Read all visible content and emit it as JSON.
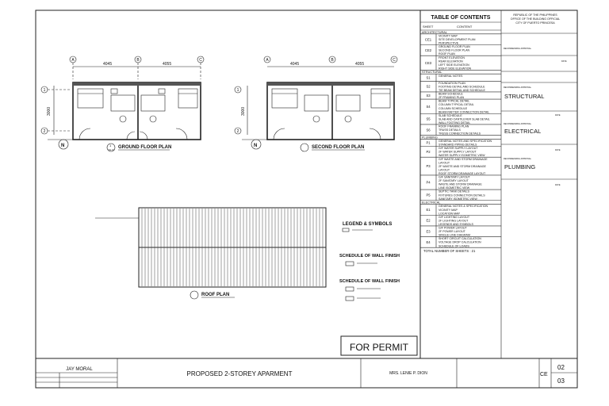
{
  "plans": {
    "ground_title": "GROUND FLOOR PLAN",
    "second_title": "SECOND FLOOR PLAN",
    "roof_title": "ROOF PLAN",
    "grid_cols": [
      "A",
      "B",
      "C"
    ],
    "grid_rows": [
      "1",
      "2"
    ],
    "north": "N",
    "dim_left": "4045",
    "dim_right": "4055",
    "dim_vertical": "3000",
    "detail_ref_1": "1",
    "detail_ref_sheet_1": "CE-02"
  },
  "legend": {
    "title": "LEGEND & SYMBOLS",
    "wall_finish_title_1": "SCHEDULE OF WALL FINISH",
    "wall_finish_title_2": "SCHEDULE OF WALL FINISH"
  },
  "toc": {
    "title": "TABLE OF CONTENTS",
    "col_sheet": "SHEET",
    "col_content": "CONTENT",
    "sections": [
      {
        "name": "ARCHITECTURAL",
        "rows": [
          {
            "sheet": "CE1",
            "lines": [
              "VICINITY MAP",
              "SITE DEVELOPMENT PLAN",
              "PERSPECTIVE"
            ]
          },
          {
            "sheet": "CE2",
            "lines": [
              "GROUND FLOOR PLAN",
              "SECOND FLOOR PLAN",
              "ROOF PLAN"
            ]
          },
          {
            "sheet": "CE3",
            "lines": [
              "FRONT ELEVATION",
              "REAR ELEVATION",
              "LEFT SIDE ELEVATION",
              "RIGHT SIDE ELEVATION"
            ]
          }
        ]
      },
      {
        "name": "STRUCTURAL",
        "rows": [
          {
            "sheet": "S1",
            "lines": [
              "GENERAL NOTES"
            ]
          },
          {
            "sheet": "S2",
            "lines": [
              "FOUNDATION PLAN",
              "FOOTING DETAIL AND SCHEDULE",
              "TIE BEAM DETAIL AND SCHEDULE"
            ]
          },
          {
            "sheet": "S3",
            "lines": [
              "BEAM SCHEDULE",
              "2F FRAMING PLAN"
            ]
          },
          {
            "sheet": "S4",
            "lines": [
              "BEAM TYPICAL DETAIL",
              "COLUMN TYPICAL DETAIL",
              "COLUMN SCHEDULE",
              "BEAM-RAFTER CONNECTION DETAIL"
            ]
          },
          {
            "sheet": "S5",
            "lines": [
              "SLAB SCHEDULE",
              "SLAB AND CANTILEVER SLAB DETAIL",
              "WALL FOOTING DETAIL"
            ]
          },
          {
            "sheet": "S6",
            "lines": [
              "ROOF FRAMING PLAN",
              "TRUSS DETAILS",
              "TRUSS CONNECTION DETAILS"
            ]
          }
        ]
      },
      {
        "name": "PLUMBING",
        "rows": [
          {
            "sheet": "P1",
            "lines": [
              "GENERAL NOTES AND SPECIFICATION",
              "STANDARD PIPING DETAILS"
            ]
          },
          {
            "sheet": "P2",
            "lines": [
              "G/F WATER SUPPLY LAYOUT",
              "2F WATER SUPPLY LAYOUT",
              "WATER SUPPLY ISOMETRIC VIEW"
            ]
          },
          {
            "sheet": "P3",
            "lines": [
              "G/F WASTE AND STORM DRAINAGE",
              "LAYOUT",
              "2F WASTE AND STORM DRAINAGE",
              "LAYOUT",
              "ROOF STORM DRAINAGE LAYOUT"
            ]
          },
          {
            "sheet": "P4",
            "lines": [
              "G/F SANITARY LAYOUT",
              "2F SANITARY LAYOUT",
              "WASTE AND STORM DRAINAGE",
              "LINE ISOMETRIC VIEW"
            ]
          },
          {
            "sheet": "P5",
            "lines": [
              "SEPTIC TANK DETAILS",
              "FIXTURES CONNECTION DETAILS",
              "SANITARY ISOMETRIC VIEW"
            ]
          }
        ]
      },
      {
        "name": "ELECTRICAL",
        "rows": [
          {
            "sheet": "E1",
            "lines": [
              "GENERAL NOTES & SPECIFICATION",
              "VICINITY MAP",
              "LOCATION MAP"
            ]
          },
          {
            "sheet": "E2",
            "lines": [
              "G/F LIGHTING LAYOUT",
              "2F LIGHTING LAYOUT",
              "LEGENDS AND SYMBOLS"
            ]
          },
          {
            "sheet": "E3",
            "lines": [
              "G/F POWER LAYOUT",
              "2F POWER LAYOUT",
              "SINGLE LINE DIAGRAM"
            ]
          },
          {
            "sheet": "E4",
            "lines": [
              "SHORT CIRCUIT CALCULATION",
              "VOLTAGE DROP CALCULATION",
              "SCHEDULE OF LOADS"
            ]
          }
        ]
      }
    ],
    "total": "TOTAL NUMBER OF SHEETS : 21"
  },
  "stamps": {
    "republic": "REPUBLIC OF THE PHILIPPINES",
    "office": "OFFICE OF THE BUILDING OFFICIAL",
    "city": "CITY OF PUERTO PRINCESA",
    "recommending": "RECOMMENDING APPROVAL",
    "date": "DATE",
    "structural": "STRUCTURAL",
    "electrical": "ELECTRICAL",
    "plumbing": "PLUMBING"
  },
  "permit_label": "FOR PERMIT",
  "title_block": {
    "engineer": "JAY MORAL",
    "project": "PROPOSED 2-STOREY APARMENT",
    "owner": "MRS. LENIE P. DION",
    "sheet_code": "CE",
    "sheet_no": "02",
    "sheet_total": "03"
  }
}
